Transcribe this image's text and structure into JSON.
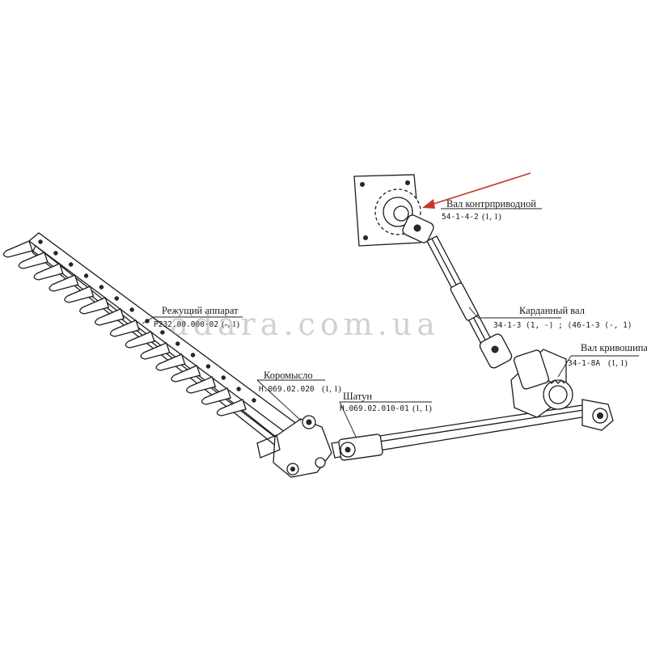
{
  "labels": {
    "counter_shaft": {
      "name": "Вал контрприводной",
      "code": "54-1-4-2",
      "qty": "(1, 1)"
    },
    "cardan_shaft": {
      "name": "Карданный вал",
      "code": "34-1-3 (1, -) ; (46-1-3 (-, 1)"
    },
    "crank_shaft": {
      "name": "Вал кривошипа",
      "code": "34-1-8А",
      "qty": "(1, 1)"
    },
    "cutter_bar": {
      "name": "Режущий аппарат",
      "code": "Р232.00.000-02",
      "qty": "(-, 1)"
    },
    "rocker": {
      "name": "Коромысло",
      "code": "Н.069.02.020",
      "qty": "(1, 1)"
    },
    "connecting_rod": {
      "name": "Шатун",
      "code": "Н.069.02.010-01",
      "qty": "(1, 1)"
    }
  },
  "watermark": "adara.com.ua",
  "colors": {
    "ink": "#1c1c1c",
    "arrow": "#c0392b",
    "watermark": "#9a9a9a"
  }
}
